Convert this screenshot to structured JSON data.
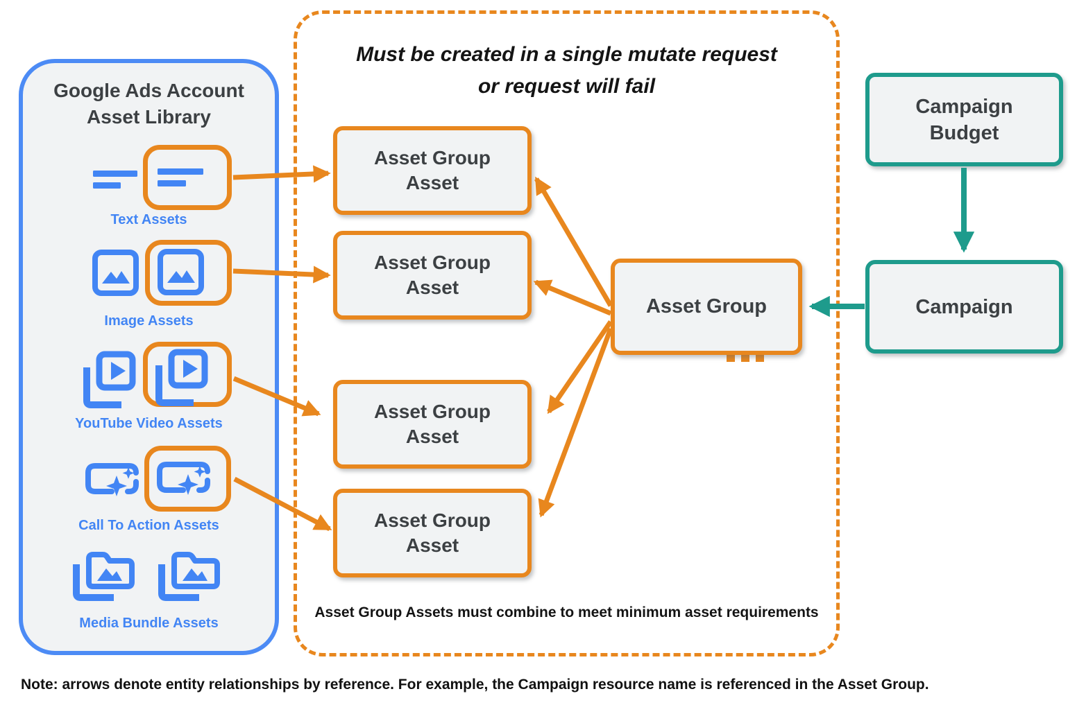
{
  "colors": {
    "blue": "#4C8BF5",
    "icon_blue": "#4285F4",
    "orange": "#E8871E",
    "teal": "#1E9B8C",
    "panel_fill": "#F1F3F4",
    "text_dark": "#3C4043",
    "text_black": "#141414"
  },
  "asset_library": {
    "title": "Google Ads Account Asset Library",
    "items": [
      {
        "label": "Text Assets",
        "icon": "text-asset-icon",
        "highlighted": true
      },
      {
        "label": "Image Assets",
        "icon": "image-asset-icon",
        "highlighted": true
      },
      {
        "label": "YouTube Video Assets",
        "icon": "youtube-video-asset-icon",
        "highlighted": true
      },
      {
        "label": "Call To Action Assets",
        "icon": "call-to-action-asset-icon",
        "highlighted": true
      },
      {
        "label": "Media Bundle Assets",
        "icon": "media-bundle-asset-icon",
        "highlighted": false
      }
    ]
  },
  "mutate_group": {
    "title_line1": "Must be created in a single mutate request",
    "title_line2": "or request will fail",
    "asset_group_asset_boxes": [
      {
        "label": "Asset Group Asset"
      },
      {
        "label": "Asset Group Asset"
      },
      {
        "label": "Asset Group Asset"
      },
      {
        "label": "Asset Group Asset"
      }
    ],
    "ellipsis": "...",
    "asset_group_label": "Asset Group",
    "footnote": "Asset Group Assets must combine to meet minimum asset requirements"
  },
  "campaign_section": {
    "campaign_budget_label": "Campaign Budget",
    "campaign_label": "Campaign"
  },
  "note": "Note: arrows denote entity relationships by reference. For example, the Campaign resource name is referenced in the Asset Group."
}
